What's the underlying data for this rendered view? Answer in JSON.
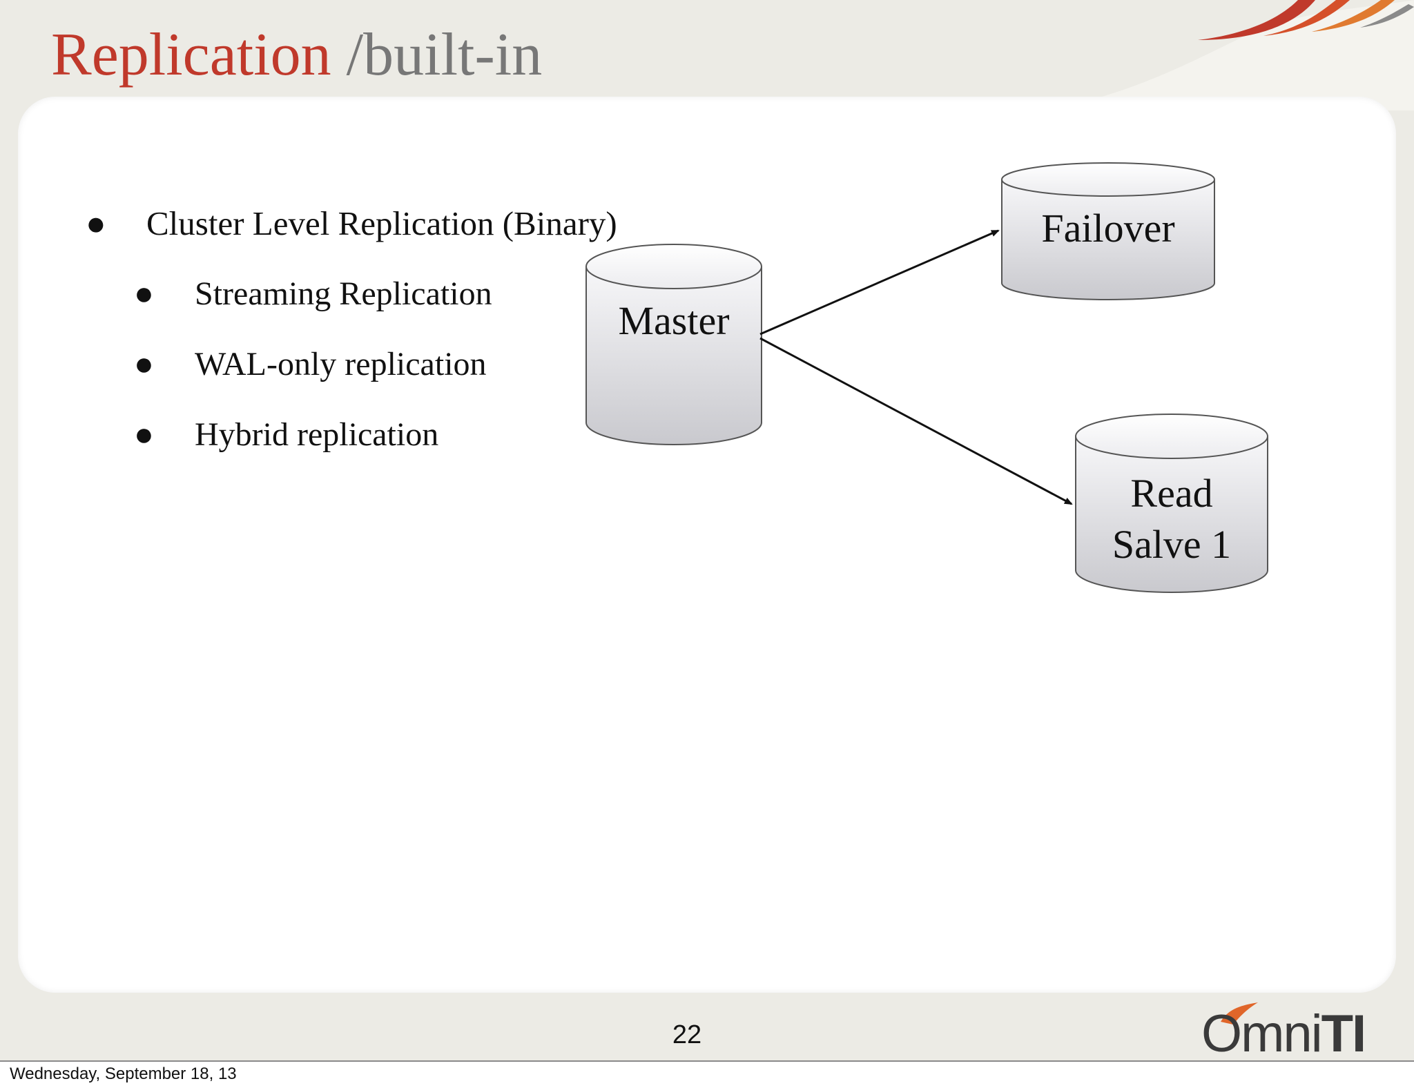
{
  "slide": {
    "title_main": "Replication",
    "title_sub": " /built-in",
    "bullets": [
      {
        "text": "Cluster Level Replication (Binary)",
        "level": 1
      },
      {
        "text": "Streaming Replication",
        "level": 2
      },
      {
        "text": "WAL-only replication",
        "level": 2
      },
      {
        "text": "Hybrid replication",
        "level": 2
      }
    ],
    "diagram": {
      "nodes": {
        "master": "Master",
        "failover": "Failover",
        "read_slave_line1": "Read",
        "read_slave_line2": "Salve 1"
      },
      "edges": [
        {
          "from": "master",
          "to": "failover"
        },
        {
          "from": "master",
          "to": "read_slave"
        }
      ]
    },
    "page_number": "22",
    "logo": {
      "part1": "Omni",
      "part2": "TI"
    },
    "colors": {
      "title": "#c0392b",
      "subtitle": "#777777",
      "accent": "#c0392b"
    }
  },
  "footer": {
    "date": "Wednesday, September 18, 13"
  }
}
